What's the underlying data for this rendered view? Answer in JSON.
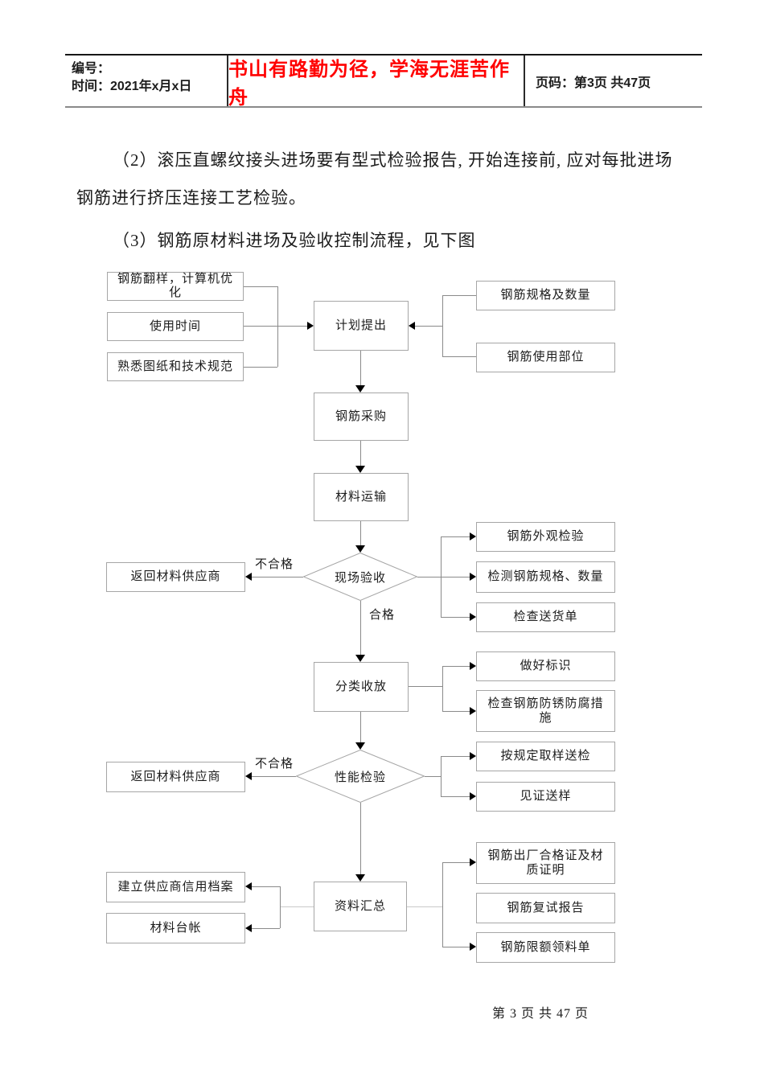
{
  "colors": {
    "motto_red": "#ff0000"
  },
  "header": {
    "number_label": "编号：",
    "time_label": "时间：2021年x月x日",
    "motto": "书山有路勤为径，学海无涯苦作舟",
    "page_label": "页码：第3页 共47页"
  },
  "paragraphs": {
    "p2_line1": "（2）滚压直螺纹接头进场要有型式检验报告, 开始连接前, 应对每批进场",
    "p2_line2": "钢筋进行挤压连接工艺检验。",
    "p3": "（3）钢筋原材料进场及验收控制流程，见下图"
  },
  "flowchart": {
    "nodes": {
      "rebar_detailing": "钢筋翻样，计算机优化",
      "usage_time": "使用时间",
      "familiarize_drawings": "熟悉图纸和技术规范",
      "plan_proposal": "计划提出",
      "spec_quantity": "钢筋规格及数量",
      "usage_location": "钢筋使用部位",
      "procurement": "钢筋采购",
      "transport": "材料运输",
      "site_acceptance": "现场验收",
      "return_supplier_1": "返回材料供应商",
      "appearance_inspection": "钢筋外观检验",
      "check_spec_quantity": "检测钢筋规格、数量",
      "check_delivery_note": "检查送货单",
      "sorted_storage": "分类收放",
      "marking": "做好标识",
      "rust_protection": "检查钢筋防锈防腐措施",
      "performance_test": "性能检验",
      "return_supplier_2": "返回材料供应商",
      "sampling_per_rules": "按规定取样送检",
      "witness_sampling": "见证送样",
      "data_summary": "资料汇总",
      "supplier_credit_file": "建立供应商信用档案",
      "material_ledger": "材料台帐",
      "mill_certificate": "钢筋出厂合格证及材质证明",
      "retest_report": "钢筋复试报告",
      "quota_requisition": "钢筋限额领料单"
    },
    "edge_labels": {
      "fail_1": "不合格",
      "pass": "合格",
      "fail_2": "不合格"
    }
  },
  "footer": {
    "page_text": "第 3 页 共 47 页"
  }
}
